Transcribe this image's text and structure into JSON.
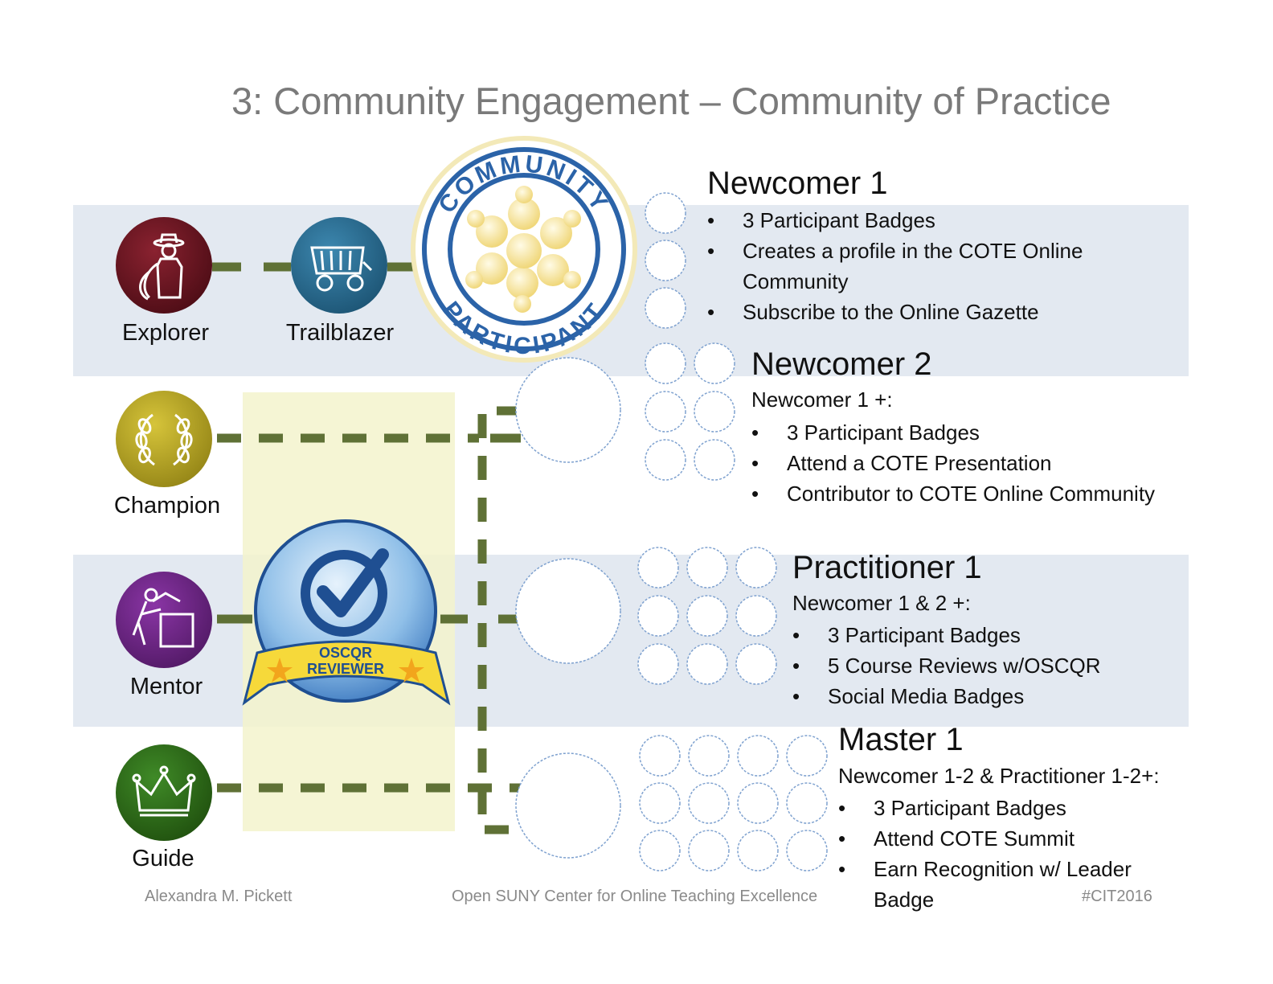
{
  "title": "3: Community Engagement – Community of Practice",
  "badges": {
    "explorer": "Explorer",
    "trailblazer": "Trailblazer",
    "champion": "Champion",
    "mentor": "Mentor",
    "guide": "Guide"
  },
  "seals": {
    "community_participant_top": "COMMUNITY",
    "community_participant_bottom": "PARTICIPANT",
    "oscqr_line1": "OSCQR",
    "oscqr_line2": "REVIEWER"
  },
  "levels": {
    "newcomer1": {
      "title": "Newcomer 1",
      "bullets": [
        "3 Participant Badges",
        "Creates a profile in the COTE Online",
        "Community",
        "Subscribe to the Online Gazette"
      ]
    },
    "newcomer2": {
      "title": "Newcomer 2",
      "subtitle": "Newcomer 1 +:",
      "bullets": [
        "3 Participant Badges",
        "Attend a COTE Presentation",
        "Contributor to COTE Online Community"
      ]
    },
    "practitioner1": {
      "title": "Practitioner 1",
      "subtitle": "Newcomer 1 & 2 +:",
      "bullets": [
        "3 Participant Badges",
        "5 Course Reviews w/OSCQR",
        "Social Media Badges"
      ]
    },
    "master1": {
      "title": "Master 1",
      "subtitle": "Newcomer 1-2 & Practitioner 1-2+:",
      "bullets": [
        "3 Participant Badges",
        "Attend COTE Summit",
        "Earn Recognition w/ Leader",
        "Badge"
      ]
    }
  },
  "footer": {
    "author": "Alexandra M. Pickett",
    "org": "Open SUNY Center for Online Teaching Excellence",
    "hashtag": "#CIT2016"
  },
  "colors": {
    "explorer": "#6b1520",
    "trailblazer": "#2a6e92",
    "champion": "#b8a623",
    "mentor": "#6b2582",
    "guide": "#2f6b1c",
    "connector": "#5f7136",
    "band": "#e3e9f1",
    "seal_blue": "#2b63a8"
  }
}
